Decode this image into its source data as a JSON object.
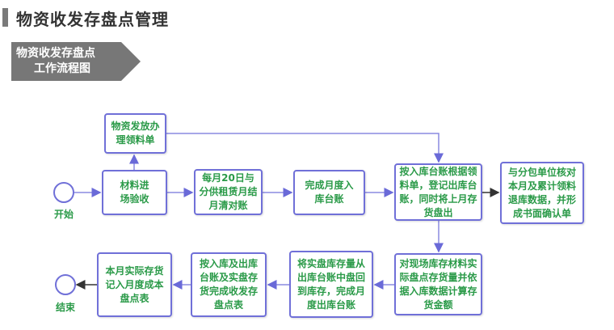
{
  "header": {
    "title": "物资收发存盘点管理"
  },
  "banner": {
    "line1": "物资收发存盘点",
    "line2": "工作流程图"
  },
  "flow": {
    "start": "开始",
    "end": "结束",
    "steps": {
      "issue": "物资发放办理领料单",
      "receive": "材料进场验收",
      "reconcile": "每月20日与分供租赁月结月清对账",
      "inbound_ledger": "完成月度入库台账",
      "outbound_ledger": "按入库台账根据领料单，登记出库台账，同时将上月存货盘出",
      "confirm": "与分包单位核对本月及累计领料退库数据，并形成书面确认单",
      "count": "对现场库存材料实际盘点存货量并依据入库数据计算存货金额",
      "return_stock": "将实盘库存量从出库台账中盘回到库存，完成月度出库台账",
      "sheet": "按入库及出库台账及实盘存货完成收发存盘点表",
      "cost": "本月实际存货记入月度成本盘点表"
    }
  },
  "colors": {
    "border": "#7070d8",
    "text": "#2a9a48",
    "arrow_dark": "#333333"
  }
}
